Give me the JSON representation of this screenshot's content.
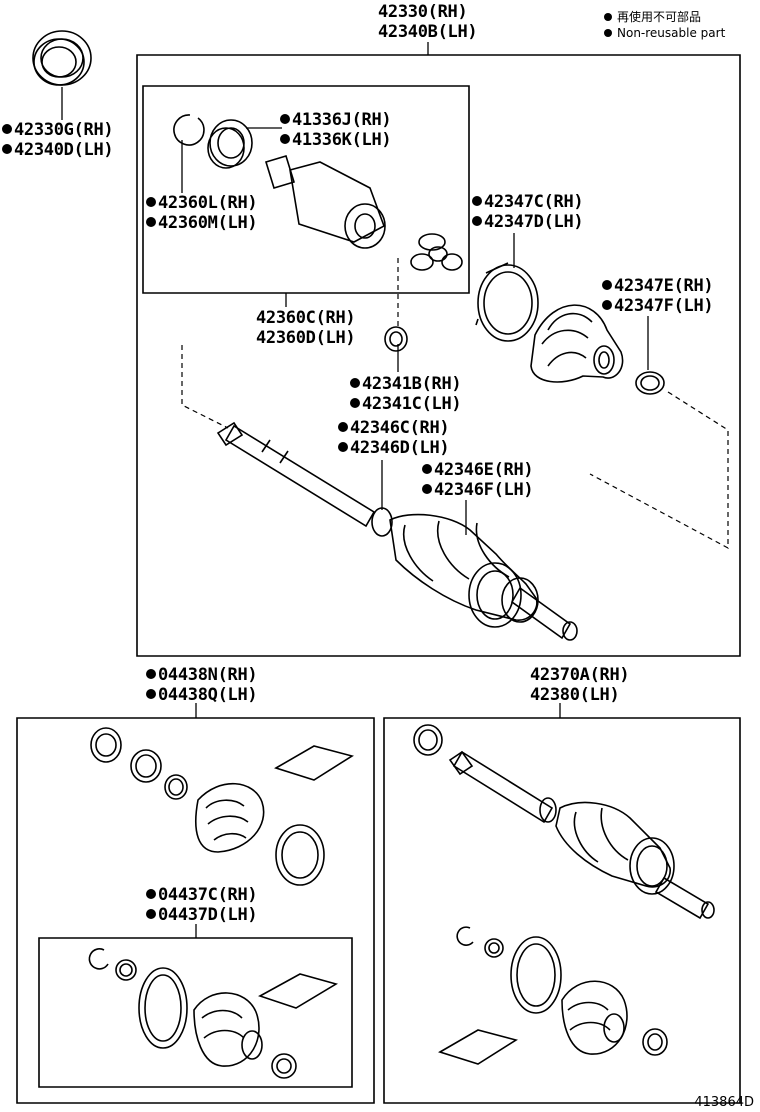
{
  "legend": {
    "jp": "再使用不可部品",
    "en": "Non-reusable part"
  },
  "diagram_code": "413864D",
  "labels": {
    "assy_rh": "42330(RH)",
    "assy_lh": "42340B(LH)",
    "oilseal_rh": "42330G(RH)",
    "oilseal_lh": "42340D(LH)",
    "bearing_rh": "41336J(RH)",
    "bearing_lh": "41336K(LH)",
    "snapring_rh": "42360L(RH)",
    "snapring_lh": "42360M(LH)",
    "innerjoint_rh": "42360C(RH)",
    "innerjoint_lh": "42360D(LH)",
    "clip_rh": "42341B(RH)",
    "clip_lh": "42341C(LH)",
    "boot_clamp_rh": "42346C(RH)",
    "boot_clamp_lh": "42346D(LH)",
    "boot_clamp2_rh": "42346E(RH)",
    "boot_clamp2_lh": "42346F(LH)",
    "boot_band_rh": "42347C(RH)",
    "boot_band_lh": "42347D(LH)",
    "boot_band2_rh": "42347E(RH)",
    "boot_band2_lh": "42347F(LH)",
    "kit_outer_rh": "04438N(RH)",
    "kit_outer_lh": "04438Q(LH)",
    "kit_inner_rh": "04437C(RH)",
    "kit_inner_lh": "04437D(LH)",
    "shaft_rh": "42370A(RH)",
    "shaft_lh": "42380(LH)"
  }
}
